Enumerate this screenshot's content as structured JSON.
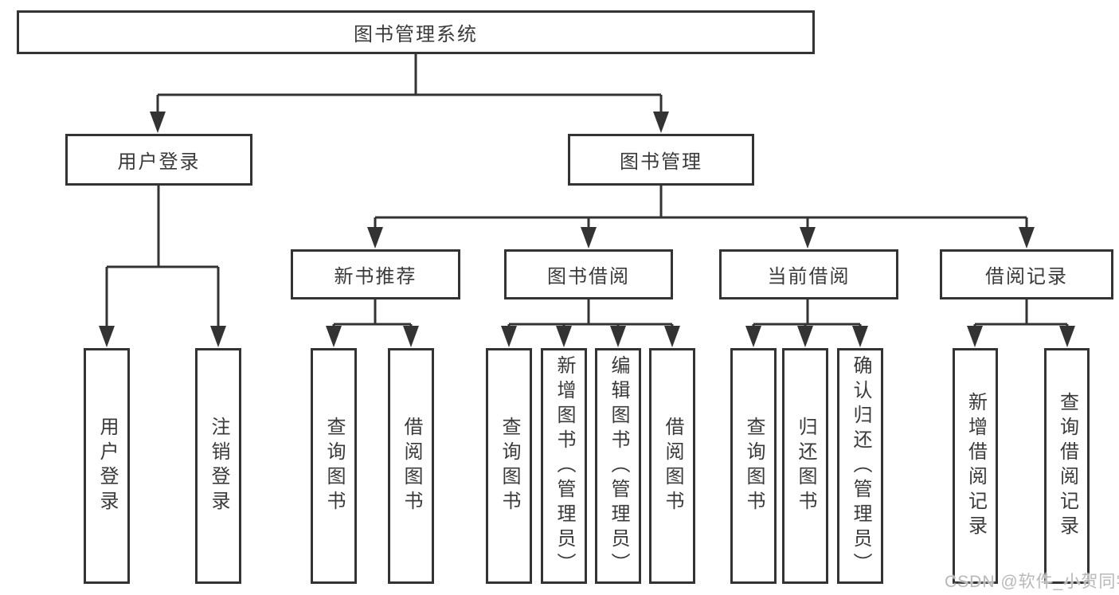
{
  "diagram": {
    "title": "图书管理系统",
    "level2": [
      {
        "label": "用户登录"
      },
      {
        "label": "图书管理"
      }
    ],
    "level3": [
      {
        "label": "新书推荐"
      },
      {
        "label": "图书借阅"
      },
      {
        "label": "当前借阅"
      },
      {
        "label": "借阅记录"
      }
    ],
    "leaves": [
      {
        "label": "用户登录"
      },
      {
        "label": "注销登录"
      },
      {
        "label": "查询图书"
      },
      {
        "label": "借阅图书"
      },
      {
        "label": "查询图书"
      },
      {
        "label": "新增图书（管理员）"
      },
      {
        "label": "编辑图书（管理员）"
      },
      {
        "label": "借阅图书"
      },
      {
        "label": "查询图书"
      },
      {
        "label": "归还图书"
      },
      {
        "label": "确认归还（管理员）"
      },
      {
        "label": "新增借阅记录"
      },
      {
        "label": "查询借阅记录"
      }
    ],
    "watermark": "CSDN @软件_小贺同学",
    "colors": {
      "line": "#333333",
      "text": "#3a3a3a",
      "background": "#ffffff",
      "watermark": "#b8b8b8"
    }
  }
}
